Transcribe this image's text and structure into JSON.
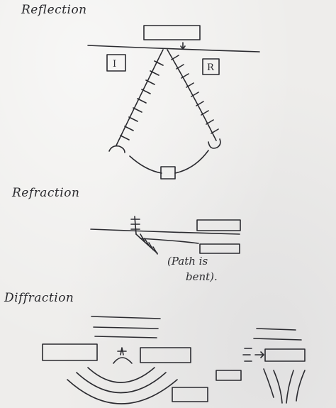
{
  "sections": {
    "reflection": {
      "title": "Reflection",
      "incident_label": "I",
      "reflected_label": "R"
    },
    "refraction": {
      "title": "Refraction",
      "note_line1": "(Path is",
      "note_line2": "bent)."
    },
    "diffraction": {
      "title": "Diffraction"
    }
  },
  "colors": {
    "paper": "#eeedeb",
    "ink": "#2b2b30"
  }
}
